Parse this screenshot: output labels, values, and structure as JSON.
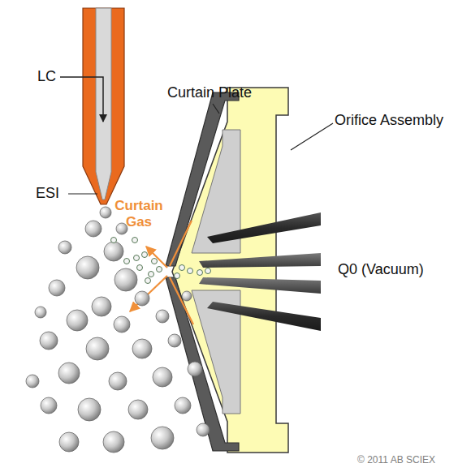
{
  "diagram": {
    "labels": [
      "LC",
      "ESI",
      "Curtain Gas",
      "Curtain Plate",
      "Orifice Assembly",
      "Q0 (Vacuum)",
      "© 2011 AB SCIEX"
    ]
  }
}
